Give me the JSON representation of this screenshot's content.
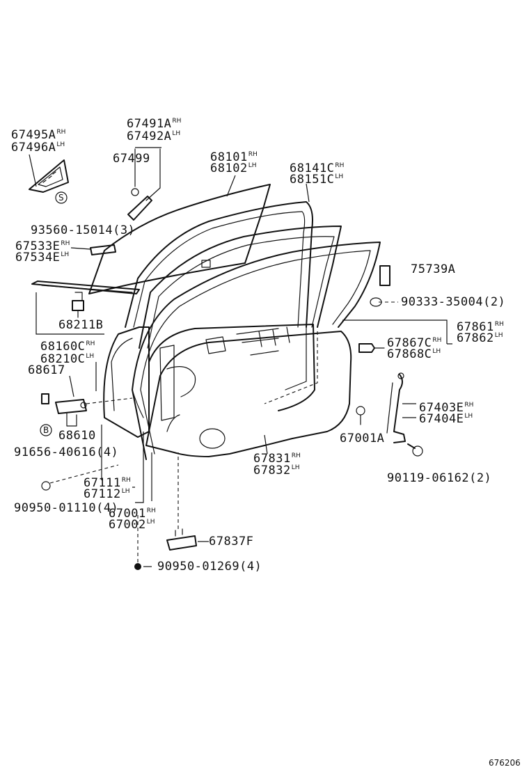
{
  "diagram": {
    "id_code": "676206",
    "part_labels": [
      {
        "name": "part-67495A",
        "number": "67495A",
        "suffix": "RH"
      },
      {
        "name": "part-67496A",
        "number": "67496A",
        "suffix": "LH"
      },
      {
        "name": "part-67491A",
        "number": "67491A",
        "suffix": "RH"
      },
      {
        "name": "part-67492A",
        "number": "67492A",
        "suffix": "LH"
      },
      {
        "name": "part-67499",
        "number": "67499",
        "suffix": ""
      },
      {
        "name": "part-68101",
        "number": "68101",
        "suffix": "RH"
      },
      {
        "name": "part-68102",
        "number": "68102",
        "suffix": "LH"
      },
      {
        "name": "part-68141C",
        "number": "68141C",
        "suffix": "RH"
      },
      {
        "name": "part-68151C",
        "number": "68151C",
        "suffix": "LH"
      },
      {
        "name": "part-93560-15014",
        "number": "93560-15014(3)",
        "suffix": ""
      },
      {
        "name": "part-67533E",
        "number": "67533E",
        "suffix": "RH"
      },
      {
        "name": "part-67534E",
        "number": "67534E",
        "suffix": "LH"
      },
      {
        "name": "part-75739A",
        "number": "75739A",
        "suffix": ""
      },
      {
        "name": "part-90333-35004",
        "number": "90333-35004(2)",
        "suffix": ""
      },
      {
        "name": "part-68211B",
        "number": "68211B",
        "suffix": ""
      },
      {
        "name": "part-67861",
        "number": "67861",
        "suffix": "RH"
      },
      {
        "name": "part-67862",
        "number": "67862",
        "suffix": "LH"
      },
      {
        "name": "part-68160C",
        "number": "68160C",
        "suffix": "RH"
      },
      {
        "name": "part-68210C",
        "number": "68210C",
        "suffix": "LH"
      },
      {
        "name": "part-67867C",
        "number": "67867C",
        "suffix": "RH"
      },
      {
        "name": "part-67868C",
        "number": "67868C",
        "suffix": "LH"
      },
      {
        "name": "part-68617",
        "number": "68617",
        "suffix": ""
      },
      {
        "name": "part-67403E",
        "number": "67403E",
        "suffix": "RH"
      },
      {
        "name": "part-67404E",
        "number": "67404E",
        "suffix": "LH"
      },
      {
        "name": "part-68610",
        "number": "68610",
        "suffix": ""
      },
      {
        "name": "part-67001A",
        "number": "67001A",
        "suffix": ""
      },
      {
        "name": "part-91656-40616",
        "number": "91656-40616(4)",
        "suffix": ""
      },
      {
        "name": "part-67831",
        "number": "67831",
        "suffix": "RH"
      },
      {
        "name": "part-67832",
        "number": "67832",
        "suffix": "LH"
      },
      {
        "name": "part-90119-06162",
        "number": "90119-06162(2)",
        "suffix": ""
      },
      {
        "name": "part-67111",
        "number": "67111",
        "suffix": "RH"
      },
      {
        "name": "part-67112",
        "number": "67112",
        "suffix": "LH"
      },
      {
        "name": "part-90950-01110",
        "number": "90950-01110(4)",
        "suffix": ""
      },
      {
        "name": "part-67001",
        "number": "67001",
        "suffix": "RH"
      },
      {
        "name": "part-67002",
        "number": "67002",
        "suffix": "LH"
      },
      {
        "name": "part-67837F",
        "number": "67837F",
        "suffix": ""
      },
      {
        "name": "part-90950-01269",
        "number": "90950-01269(4)",
        "suffix": ""
      }
    ],
    "callout_symbols": [
      {
        "name": "callout-S",
        "letter": "S"
      },
      {
        "name": "callout-B",
        "letter": "B"
      }
    ]
  }
}
